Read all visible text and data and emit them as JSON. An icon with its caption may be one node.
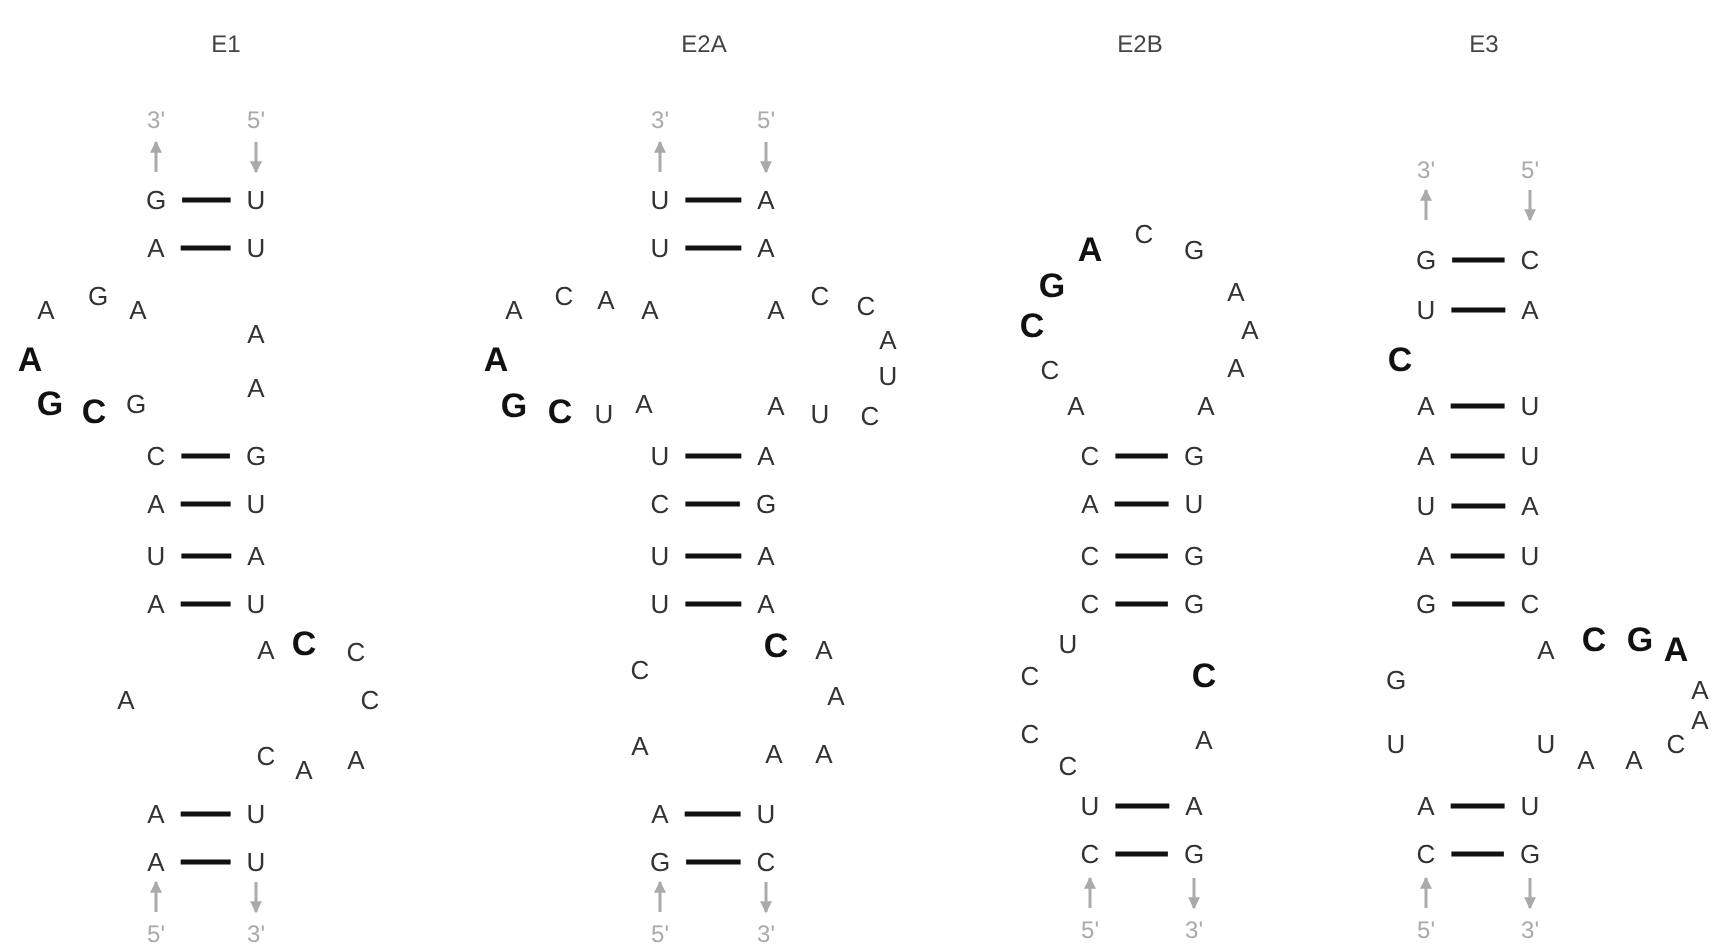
{
  "diagram": {
    "nodes": [
      {
        "text": [
          "G"
        ]
      },
      {
        "text": [
          "U"
        ]
      },
      {
        "text": [
          "A"
        ]
      },
      {
        "text": [
          "U"
        ]
      },
      {
        "text": [
          "C"
        ]
      },
      {
        "text": [
          "G"
        ]
      },
      {
        "text": [
          "A"
        ]
      },
      {
        "text": [
          "U"
        ]
      },
      {
        "text": [
          "U"
        ]
      },
      {
        "text": [
          "A"
        ]
      },
      {
        "text": [
          "A"
        ]
      },
      {
        "text": [
          "U"
        ]
      },
      {
        "text": [
          "A"
        ]
      },
      {
        "text": [
          "U"
        ]
      },
      {
        "text": [
          "A"
        ]
      },
      {
        "text": [
          "U"
        ]
      },
      {
        "text": [
          "U"
        ]
      },
      {
        "text": [
          "A"
        ]
      },
      {
        "text": [
          "U"
        ]
      },
      {
        "text": [
          "A"
        ]
      },
      {
        "text": [
          "U"
        ]
      },
      {
        "text": [
          "A"
        ]
      },
      {
        "text": [
          "C"
        ]
      },
      {
        "text": [
          "G"
        ]
      },
      {
        "text": [
          "U"
        ]
      },
      {
        "text": [
          "A"
        ]
      },
      {
        "text": [
          "U"
        ]
      },
      {
        "text": [
          "A"
        ]
      },
      {
        "text": [
          "A"
        ]
      },
      {
        "text": [
          "U"
        ]
      },
      {
        "text": [
          "G"
        ]
      },
      {
        "text": [
          "C"
        ]
      },
      {
        "text": [
          "C"
        ]
      },
      {
        "text": [
          "G"
        ]
      },
      {
        "text": [
          "A"
        ]
      },
      {
        "text": [
          "U"
        ]
      },
      {
        "text": [
          "C"
        ]
      },
      {
        "text": [
          "G"
        ]
      },
      {
        "text": [
          "C"
        ]
      },
      {
        "text": [
          "G"
        ]
      },
      {
        "text": [
          "U"
        ]
      },
      {
        "text": [
          "A"
        ]
      },
      {
        "text": [
          "C"
        ]
      },
      {
        "text": [
          "G"
        ]
      },
      {
        "text": [
          "G"
        ]
      },
      {
        "text": [
          "C"
        ]
      },
      {
        "text": [
          "U"
        ]
      },
      {
        "text": [
          "A"
        ]
      },
      {
        "text": [
          "A"
        ]
      },
      {
        "text": [
          "U"
        ]
      },
      {
        "text": [
          "A"
        ]
      },
      {
        "text": [
          "U"
        ]
      },
      {
        "text": [
          "U"
        ]
      },
      {
        "text": [
          "A"
        ]
      },
      {
        "text": [
          "A"
        ]
      },
      {
        "text": [
          "U"
        ]
      },
      {
        "text": [
          "G"
        ]
      },
      {
        "text": [
          "C"
        ]
      },
      {
        "text": [
          "A"
        ]
      },
      {
        "text": [
          "U"
        ]
      },
      {
        "text": [
          "C"
        ]
      },
      {
        "text": [
          "G"
        ]
      }
    ],
    "edges": [
      {
        "from": 0,
        "to": 1,
        "arrow": "none"
      },
      {
        "from": 2,
        "to": 3,
        "arrow": "none"
      },
      {
        "from": 4,
        "to": 5,
        "arrow": "none"
      },
      {
        "from": 6,
        "to": 7,
        "arrow": "none"
      },
      {
        "from": 8,
        "to": 9,
        "arrow": "none"
      },
      {
        "from": 10,
        "to": 11,
        "arrow": "none"
      },
      {
        "from": 12,
        "to": 13,
        "arrow": "none"
      },
      {
        "from": 14,
        "to": 15,
        "arrow": "none"
      },
      {
        "from": 16,
        "to": 17,
        "arrow": "none"
      },
      {
        "from": 18,
        "to": 19,
        "arrow": "none"
      },
      {
        "from": 20,
        "to": 21,
        "arrow": "none"
      },
      {
        "from": 22,
        "to": 23,
        "arrow": "none"
      },
      {
        "from": 24,
        "to": 25,
        "arrow": "none"
      },
      {
        "from": 26,
        "to": 27,
        "arrow": "none"
      },
      {
        "from": 28,
        "to": 29,
        "arrow": "none"
      },
      {
        "from": 30,
        "to": 31,
        "arrow": "none"
      },
      {
        "from": 32,
        "to": 33,
        "arrow": "none"
      },
      {
        "from": 34,
        "to": 35,
        "arrow": "none"
      },
      {
        "from": 36,
        "to": 37,
        "arrow": "none"
      },
      {
        "from": 38,
        "to": 39,
        "arrow": "none"
      },
      {
        "from": 40,
        "to": 41,
        "arrow": "none"
      },
      {
        "from": 42,
        "to": 43,
        "arrow": "none"
      },
      {
        "from": 44,
        "to": 45,
        "arrow": "none"
      },
      {
        "from": 46,
        "to": 47,
        "arrow": "none"
      },
      {
        "from": 48,
        "to": 49,
        "arrow": "none"
      },
      {
        "from": 50,
        "to": 51,
        "arrow": "none"
      },
      {
        "from": 52,
        "to": 53,
        "arrow": "none"
      },
      {
        "from": 54,
        "to": 55,
        "arrow": "none"
      },
      {
        "from": 56,
        "to": 57,
        "arrow": "none"
      },
      {
        "from": 58,
        "to": 59,
        "arrow": "none"
      },
      {
        "from": 60,
        "to": 61,
        "arrow": "none"
      }
    ],
    "labels": [
      "E1",
      "3'",
      "5'",
      "A",
      "G",
      "A",
      "A",
      "A",
      "A",
      "G",
      "C",
      "G",
      "A",
      "C",
      "C",
      "A",
      "C",
      "C",
      "A",
      "A",
      "5'",
      "3'",
      "E2A",
      "3'",
      "5'",
      "A",
      "C",
      "A",
      "A",
      "A",
      "C",
      "C",
      "A",
      "A",
      "U",
      "G",
      "C",
      "U",
      "A",
      "A",
      "U",
      "C",
      "C",
      "C",
      "A",
      "A",
      "A",
      "A",
      "A",
      "5'",
      "3'",
      "E2B",
      "A",
      "C",
      "G",
      "G",
      "A",
      "C",
      "A",
      "C",
      "A",
      "A",
      "A",
      "U",
      "C",
      "C",
      "C",
      "A",
      "C",
      "5'",
      "3'",
      "E3",
      "3'",
      "5'",
      "C",
      "A",
      "C",
      "G",
      "A",
      "G",
      "A",
      "A",
      "U",
      "U",
      "A",
      "A",
      "C",
      "5'",
      "3'"
    ]
  }
}
